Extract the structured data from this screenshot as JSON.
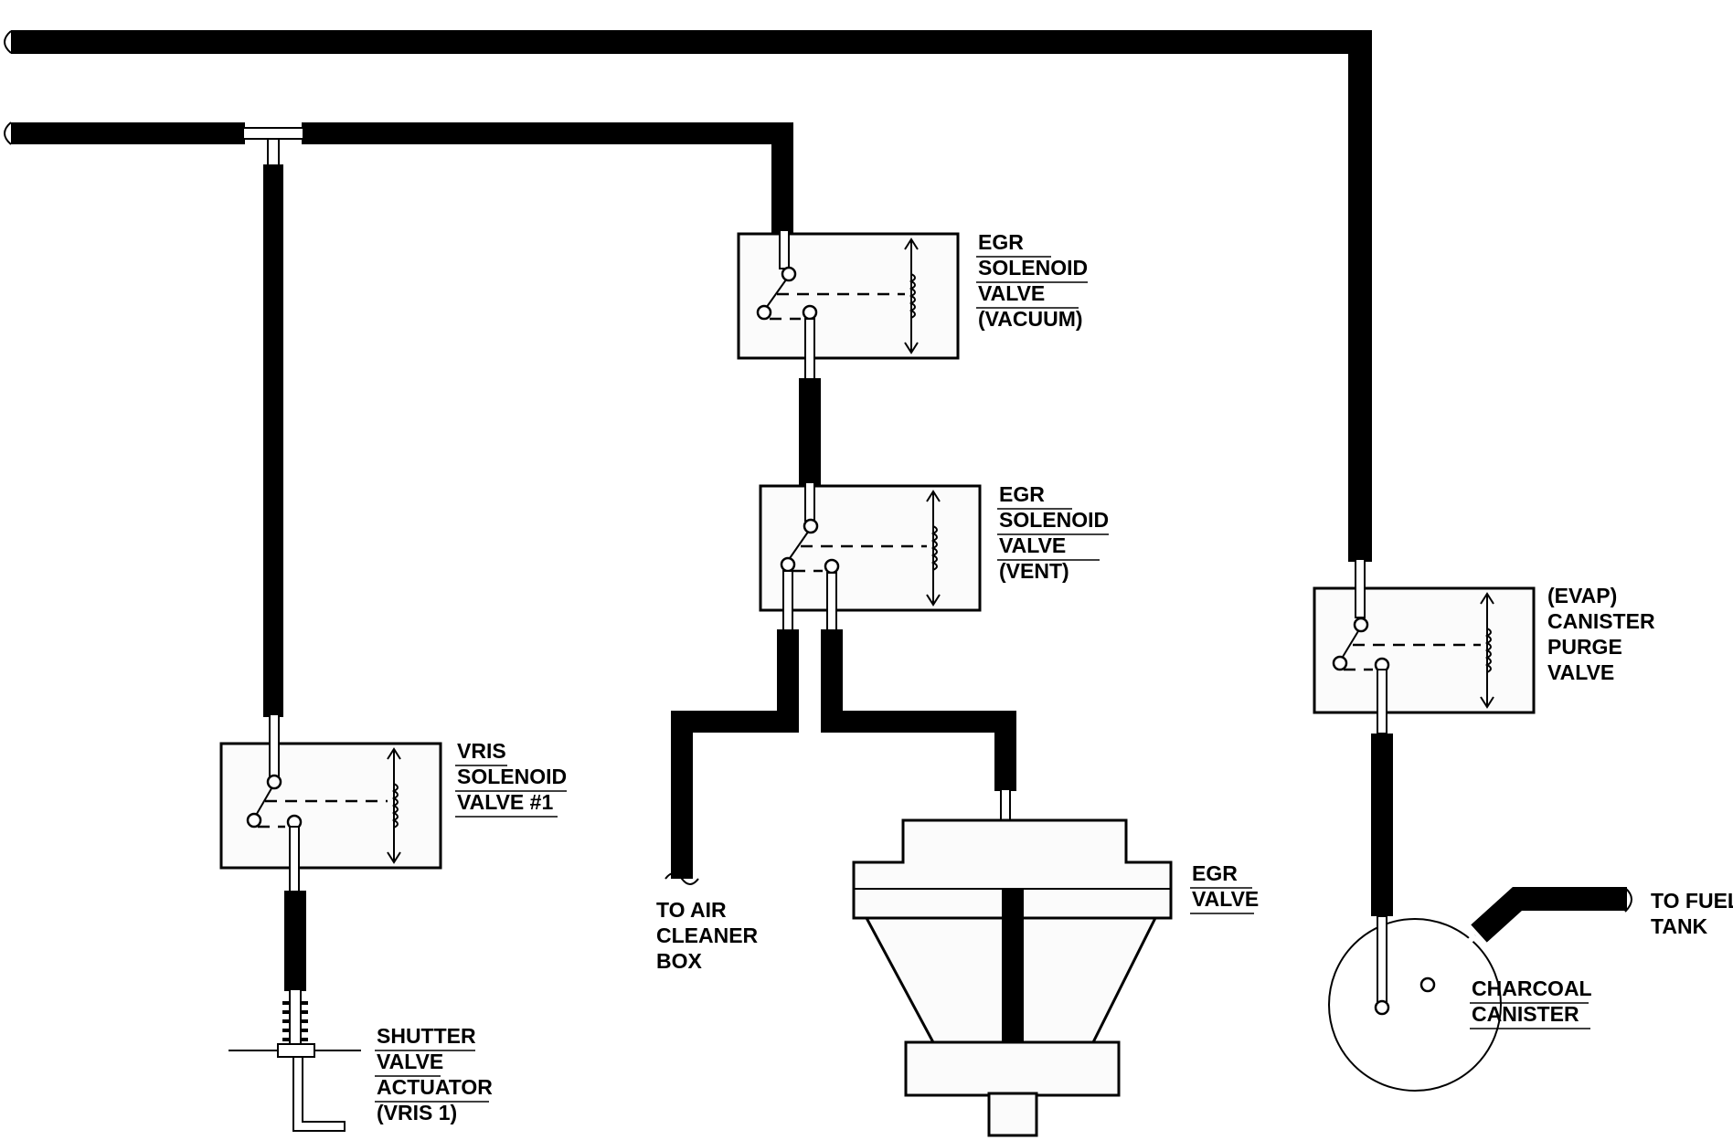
{
  "labels": {
    "egr_vacuum": [
      "EGR",
      "SOLENOID",
      "VALVE",
      "(VACUUM)"
    ],
    "egr_vent": [
      "EGR",
      "SOLENOID",
      "VALVE",
      "(VENT)"
    ],
    "evap_purge": [
      "(EVAP)",
      "CANISTER",
      "PURGE",
      "VALVE"
    ],
    "vris_solenoid": [
      "VRIS",
      "SOLENOID",
      "VALVE #1"
    ],
    "air_cleaner": [
      "TO AIR",
      "CLEANER",
      "BOX"
    ],
    "egr_valve": [
      "EGR",
      "VALVE"
    ],
    "fuel_tank": [
      "TO FUEL",
      "TANK"
    ],
    "charcoal_canister": [
      "CHARCOAL",
      "CANISTER"
    ],
    "shutter_actuator": [
      "SHUTTER",
      "VALVE",
      "ACTUATOR",
      "(VRIS 1)"
    ]
  },
  "colors": {
    "line": "#000000",
    "background": "#ffffff"
  }
}
